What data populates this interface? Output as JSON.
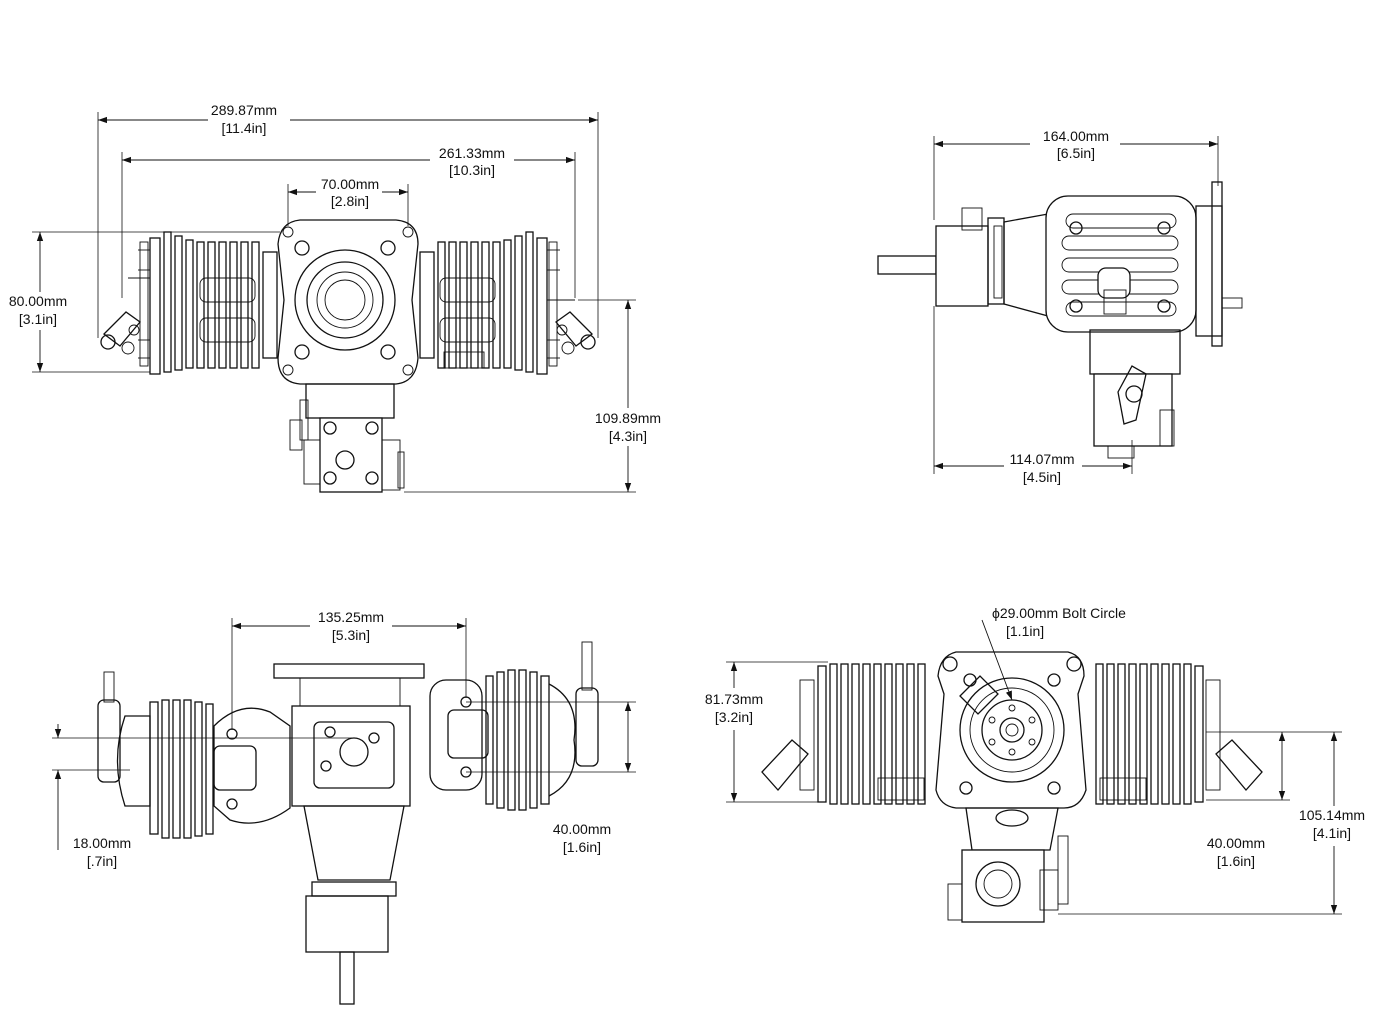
{
  "dimensions": {
    "top": {
      "overall_width": {
        "mm": "289.87mm",
        "in": "[11.4in]"
      },
      "fin_width": {
        "mm": "261.33mm",
        "in": "[10.3in]"
      },
      "mount_width": {
        "mm": "70.00mm",
        "in": "[2.8in]"
      },
      "cyl_height": {
        "mm": "80.00mm",
        "in": "[3.1in]"
      },
      "total_height": {
        "mm": "109.89mm",
        "in": "[4.3in]"
      }
    },
    "side": {
      "depth": {
        "mm": "164.00mm",
        "in": "[6.5in]"
      },
      "crank": {
        "mm": "114.07mm",
        "in": "[4.5in]"
      }
    },
    "bottom": {
      "ports": {
        "mm": "135.25mm",
        "in": "[5.3in]"
      },
      "offset": {
        "mm": "18.00mm",
        "in": "[.7in]"
      },
      "port_height": {
        "mm": "40.00mm",
        "in": "[1.6in]"
      }
    },
    "rear": {
      "bolt": {
        "mm": "ϕ29.00mm  Bolt Circle",
        "in": "[1.1in]"
      },
      "height": {
        "mm": "81.73mm",
        "in": "[3.2in]"
      },
      "port_height": {
        "mm": "40.00mm",
        "in": "[1.6in]"
      },
      "overall": {
        "mm": "105.14mm",
        "in": "[4.1in]"
      }
    }
  }
}
